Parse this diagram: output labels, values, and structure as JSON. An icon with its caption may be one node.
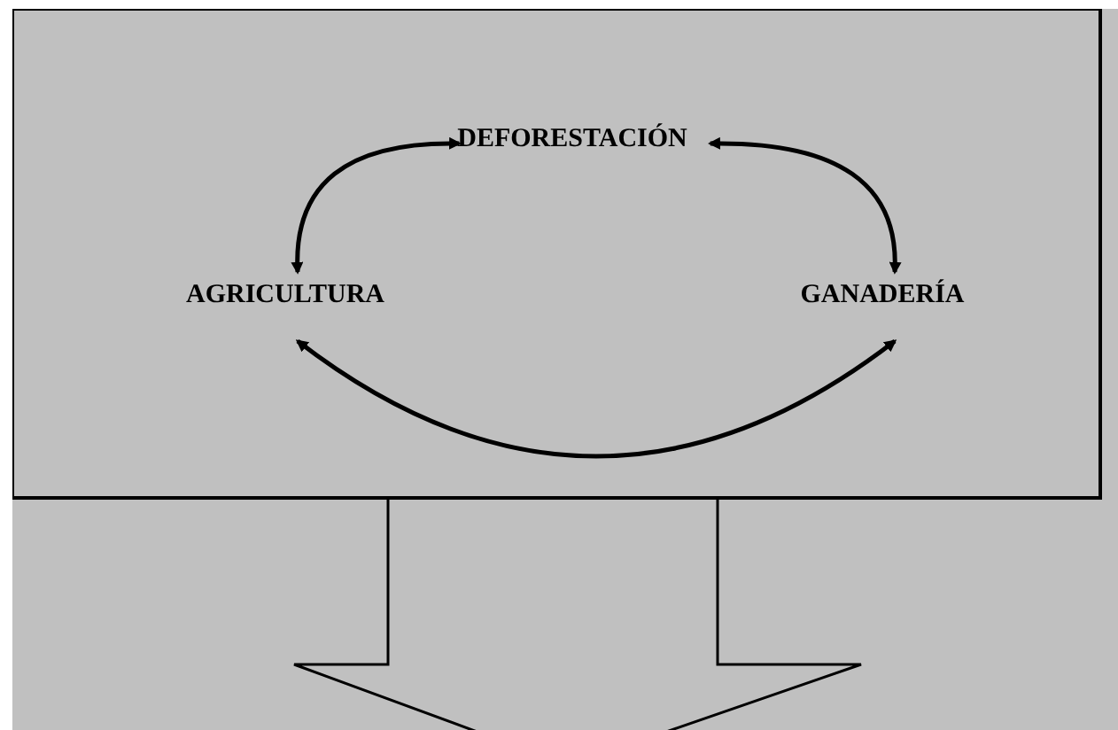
{
  "diagram": {
    "nodes": [
      {
        "text": [],
        "shape": "box"
      },
      {
        "text": [
          "DEFORESTACIÓN"
        ],
        "in": 0
      },
      {
        "text": [
          "AGRICULTURA"
        ],
        "in": 0
      },
      {
        "text": [
          "GANADERÍA"
        ],
        "in": 0
      },
      {
        "text": [],
        "shape": "arrow"
      }
    ],
    "edges": [
      {
        "from": 1,
        "to": 2,
        "arrow": "both"
      },
      {
        "from": 1,
        "to": 3,
        "arrow": "both"
      },
      {
        "from": 2,
        "to": 3,
        "arrow": "both"
      }
    ]
  }
}
